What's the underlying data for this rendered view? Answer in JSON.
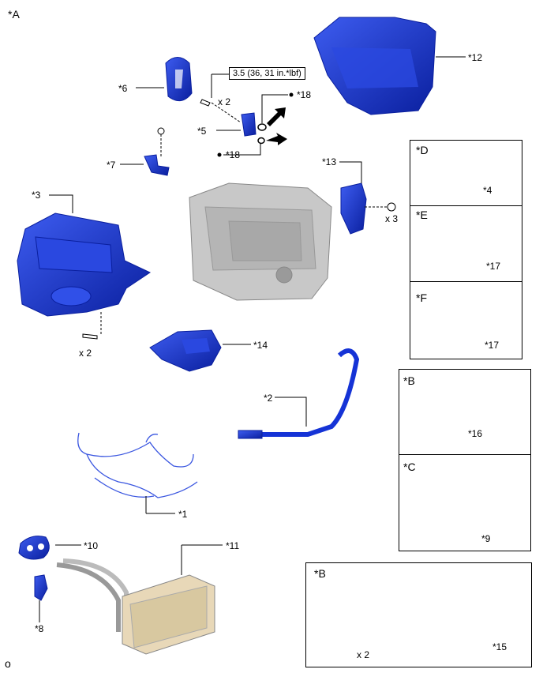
{
  "corner_label": "*A",
  "footer_label": "o",
  "torque_spec": "3.5 (36, 31 in.*lbf)",
  "colors": {
    "part": "#1533d6",
    "part_dark": "#0a1f9e",
    "assembly": "#c8c8c8"
  },
  "icons": [
    "arrow-icon",
    "seal-icon",
    "bolt-icon",
    "screw-icon"
  ],
  "labels": {
    "p1": "*1",
    "p2": "*2",
    "p3": "*3",
    "p4": "*4",
    "p5": "*5",
    "p6": "*6",
    "p7": "*7",
    "p8": "*8",
    "p9": "*9",
    "p10": "*10",
    "p11": "*11",
    "p12": "*12",
    "p13": "*13",
    "p14": "*14",
    "p15": "*15",
    "p16": "*16",
    "p17a": "*17",
    "p17b": "*17",
    "p18a": "*18",
    "p18b": "*18"
  },
  "qty": {
    "q5": "x 2",
    "q13": "x 3",
    "q3": "x 2",
    "q15": "x 2"
  },
  "panels": {
    "d": "*D",
    "e": "*E",
    "f": "*F",
    "b1": "*B",
    "c": "*C",
    "b2": "*B"
  }
}
